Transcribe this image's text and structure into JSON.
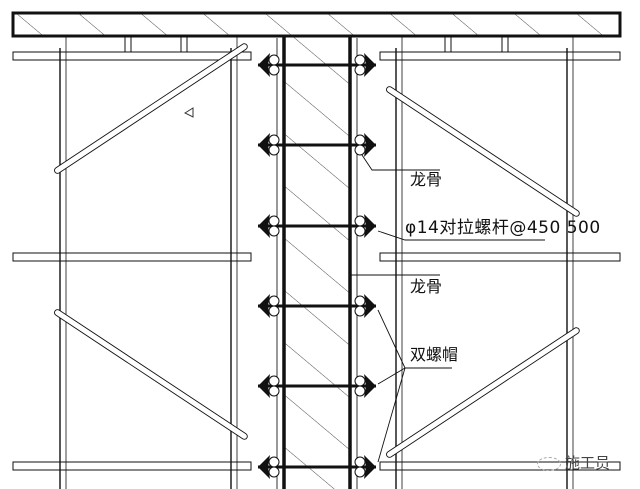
{
  "diagram": {
    "type": "wall formwork cross-section with tie bolts",
    "labels": {
      "keel_upper": "龙骨",
      "tie_bolt": "φ14对拉螺杆@450  500",
      "keel_lower": "龙骨",
      "double_nut": "双螺帽"
    },
    "watermark": {
      "icon": "wechat-icon",
      "text": "施工员"
    },
    "tie_bolt_rows_y": [
      65,
      145,
      226,
      306,
      386,
      467
    ],
    "colors": {
      "line": "#111111",
      "background": "#ffffff"
    }
  }
}
